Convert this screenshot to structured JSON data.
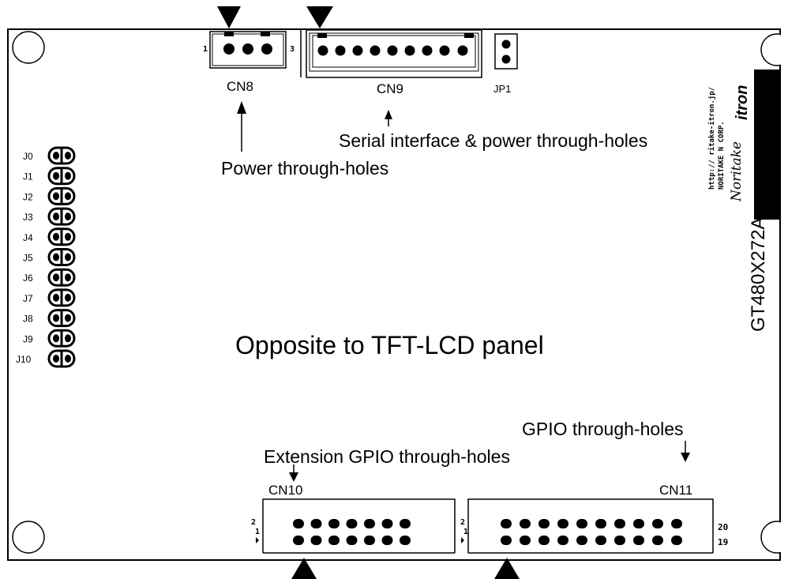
{
  "board": {
    "model": "GT480X272A-",
    "side_label": "Opposite to TFT-LCD panel",
    "url_text": "http://   ritake-itron.jp/",
    "maker_text": "NORITAKE   N CORP.",
    "logo_script": "Noritake",
    "logo_brand": "itron"
  },
  "connectors": {
    "cn8": {
      "label": "CN8",
      "pin_left": "1",
      "pin_right": "3"
    },
    "cn9": {
      "label": "CN9"
    },
    "jp1": {
      "label": "JP1"
    },
    "cn10": {
      "label": "CN10",
      "pin_top": "2",
      "pin_bottom": "1"
    },
    "cn11": {
      "label": "CN11",
      "pin_top_left": "2",
      "pin_bottom_left": "1",
      "pin_top_right": "20",
      "pin_bottom_right": "19"
    }
  },
  "jumpers": [
    "J0",
    "J1",
    "J2",
    "J3",
    "J4",
    "J5",
    "J6",
    "J7",
    "J8",
    "J9",
    "J10"
  ],
  "annotations": {
    "power": "Power through-holes",
    "serial": "Serial interface & power through-holes",
    "ext_gpio": "Extension GPIO through-holes",
    "gpio": "GPIO through-holes"
  }
}
